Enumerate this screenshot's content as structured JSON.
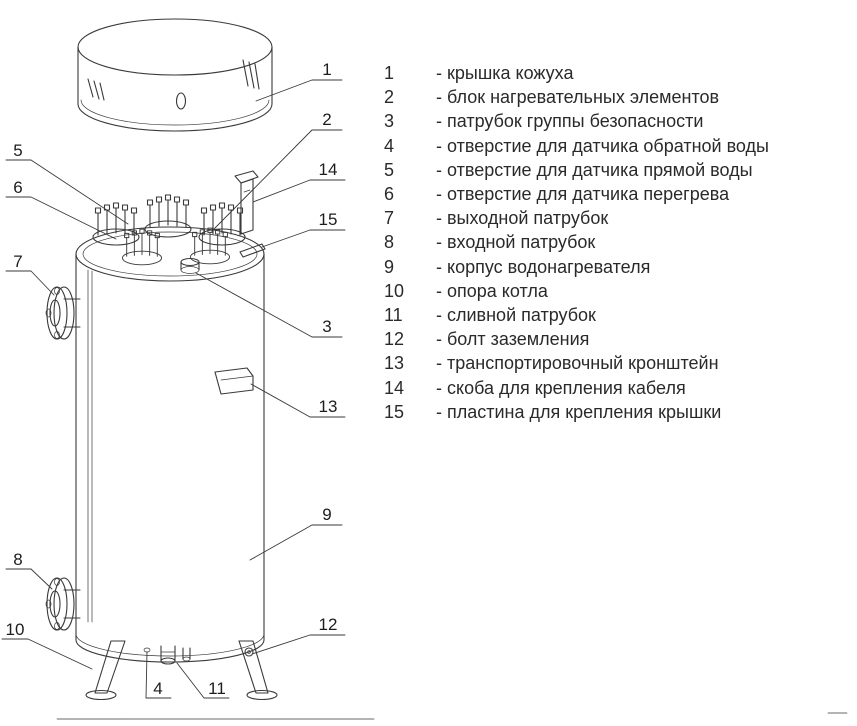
{
  "callouts": {
    "n1": "1",
    "n2": "2",
    "n3": "3",
    "n4": "4",
    "n5": "5",
    "n6": "6",
    "n7": "7",
    "n8": "8",
    "n9": "9",
    "n10": "10",
    "n11": "11",
    "n12": "12",
    "n13": "13",
    "n14": "14",
    "n15": "15"
  },
  "legend": {
    "items": [
      {
        "num": "1",
        "text": "- крышка кожуха"
      },
      {
        "num": "2",
        "text": "- блок нагревательных элементов"
      },
      {
        "num": "3",
        "text": "- патрубок группы безопасности"
      },
      {
        "num": "4",
        "text": "- отверстие для датчика обратной воды"
      },
      {
        "num": "5",
        "text": "- отверстие для датчика прямой воды"
      },
      {
        "num": "6",
        "text": "- отверстие для датчика перегрева"
      },
      {
        "num": "7",
        "text": "- выходной патрубок"
      },
      {
        "num": "8",
        "text": "- входной патрубок"
      },
      {
        "num": "9",
        "text": "- корпус водонагревателя"
      },
      {
        "num": "10",
        "text": "- опора котла"
      },
      {
        "num": "11",
        "text": "- сливной патрубок"
      },
      {
        "num": "12",
        "text": "- болт заземления"
      },
      {
        "num": "13",
        "text": "- транспортировочный кронштейн"
      },
      {
        "num": "14",
        "text": "- скоба для крепления кабеля"
      },
      {
        "num": "15",
        "text": "- пластина для крепления крышки"
      }
    ]
  }
}
